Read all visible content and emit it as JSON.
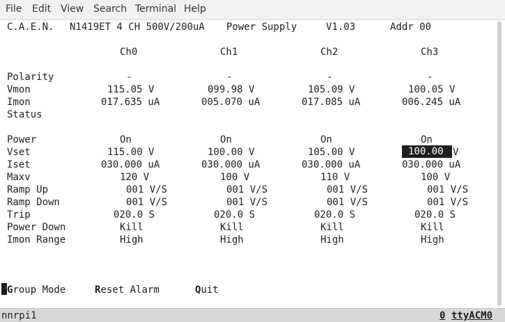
{
  "menu": {
    "file": "File",
    "edit": "Edit",
    "view": "View",
    "search": "Search",
    "terminal": "Terminal",
    "help": "Help"
  },
  "header": {
    "brand": "C.A.E.N.",
    "model": "N1419ET 4 CH 500V/200uA",
    "product": "Power Supply",
    "version": "V1.03",
    "addr": "Addr 00"
  },
  "channels": [
    "Ch0",
    "Ch1",
    "Ch2",
    "Ch3"
  ],
  "labels": {
    "polarity": "Polarity",
    "vmon": "Vmon",
    "imon": "Imon",
    "status": "Status",
    "power": "Power",
    "vset": "Vset",
    "iset": "Iset",
    "maxv": "Maxv",
    "ramp_up": "Ramp Up",
    "ramp_down": "Ramp Down",
    "trip": "Trip",
    "power_down": "Power Down",
    "imon_range": "Imon Range"
  },
  "rows": {
    "polarity": [
      "-",
      "-",
      "-",
      "-"
    ],
    "vmon": [
      "115.05 V",
      "099.98 V",
      "105.09 V",
      "100.05 V"
    ],
    "imon": [
      "017.635 uA",
      "005.070 uA",
      "017.085 uA",
      "006.245 uA"
    ],
    "power": [
      "On",
      "On",
      "On",
      "On"
    ],
    "vset": [
      "115.00 V",
      "100.00 V",
      "105.00 V",
      "100.00"
    ],
    "vset_unit_ch3": "V",
    "iset": [
      "030.000 uA",
      "030.000 uA",
      "030.000 uA",
      "030.000 uA"
    ],
    "maxv": [
      "120 V",
      "100 V",
      "110 V",
      "100 V"
    ],
    "ramp_up": [
      "001 V/S",
      "001 V/S",
      "001 V/S",
      "001 V/S"
    ],
    "ramp_down": [
      "001 V/S",
      "001 V/S",
      "001 V/S",
      "001 V/S"
    ],
    "trip": [
      "020.0 S",
      "020.0 S",
      "020.0 S",
      "020.0 S"
    ],
    "power_down": [
      "Kill",
      "Kill",
      "Kill",
      "Kill"
    ],
    "imon_range": [
      "High",
      "High",
      "High",
      "High"
    ]
  },
  "commands": {
    "group_key": "G",
    "group_rest": "roup Mode",
    "reset_key": "R",
    "reset_rest": "eset Alarm",
    "quit_key": "Q",
    "quit_rest": "uit"
  },
  "statusbar": {
    "host": "nnrpi1",
    "window_index": "0",
    "tty": "ttyACM0"
  }
}
